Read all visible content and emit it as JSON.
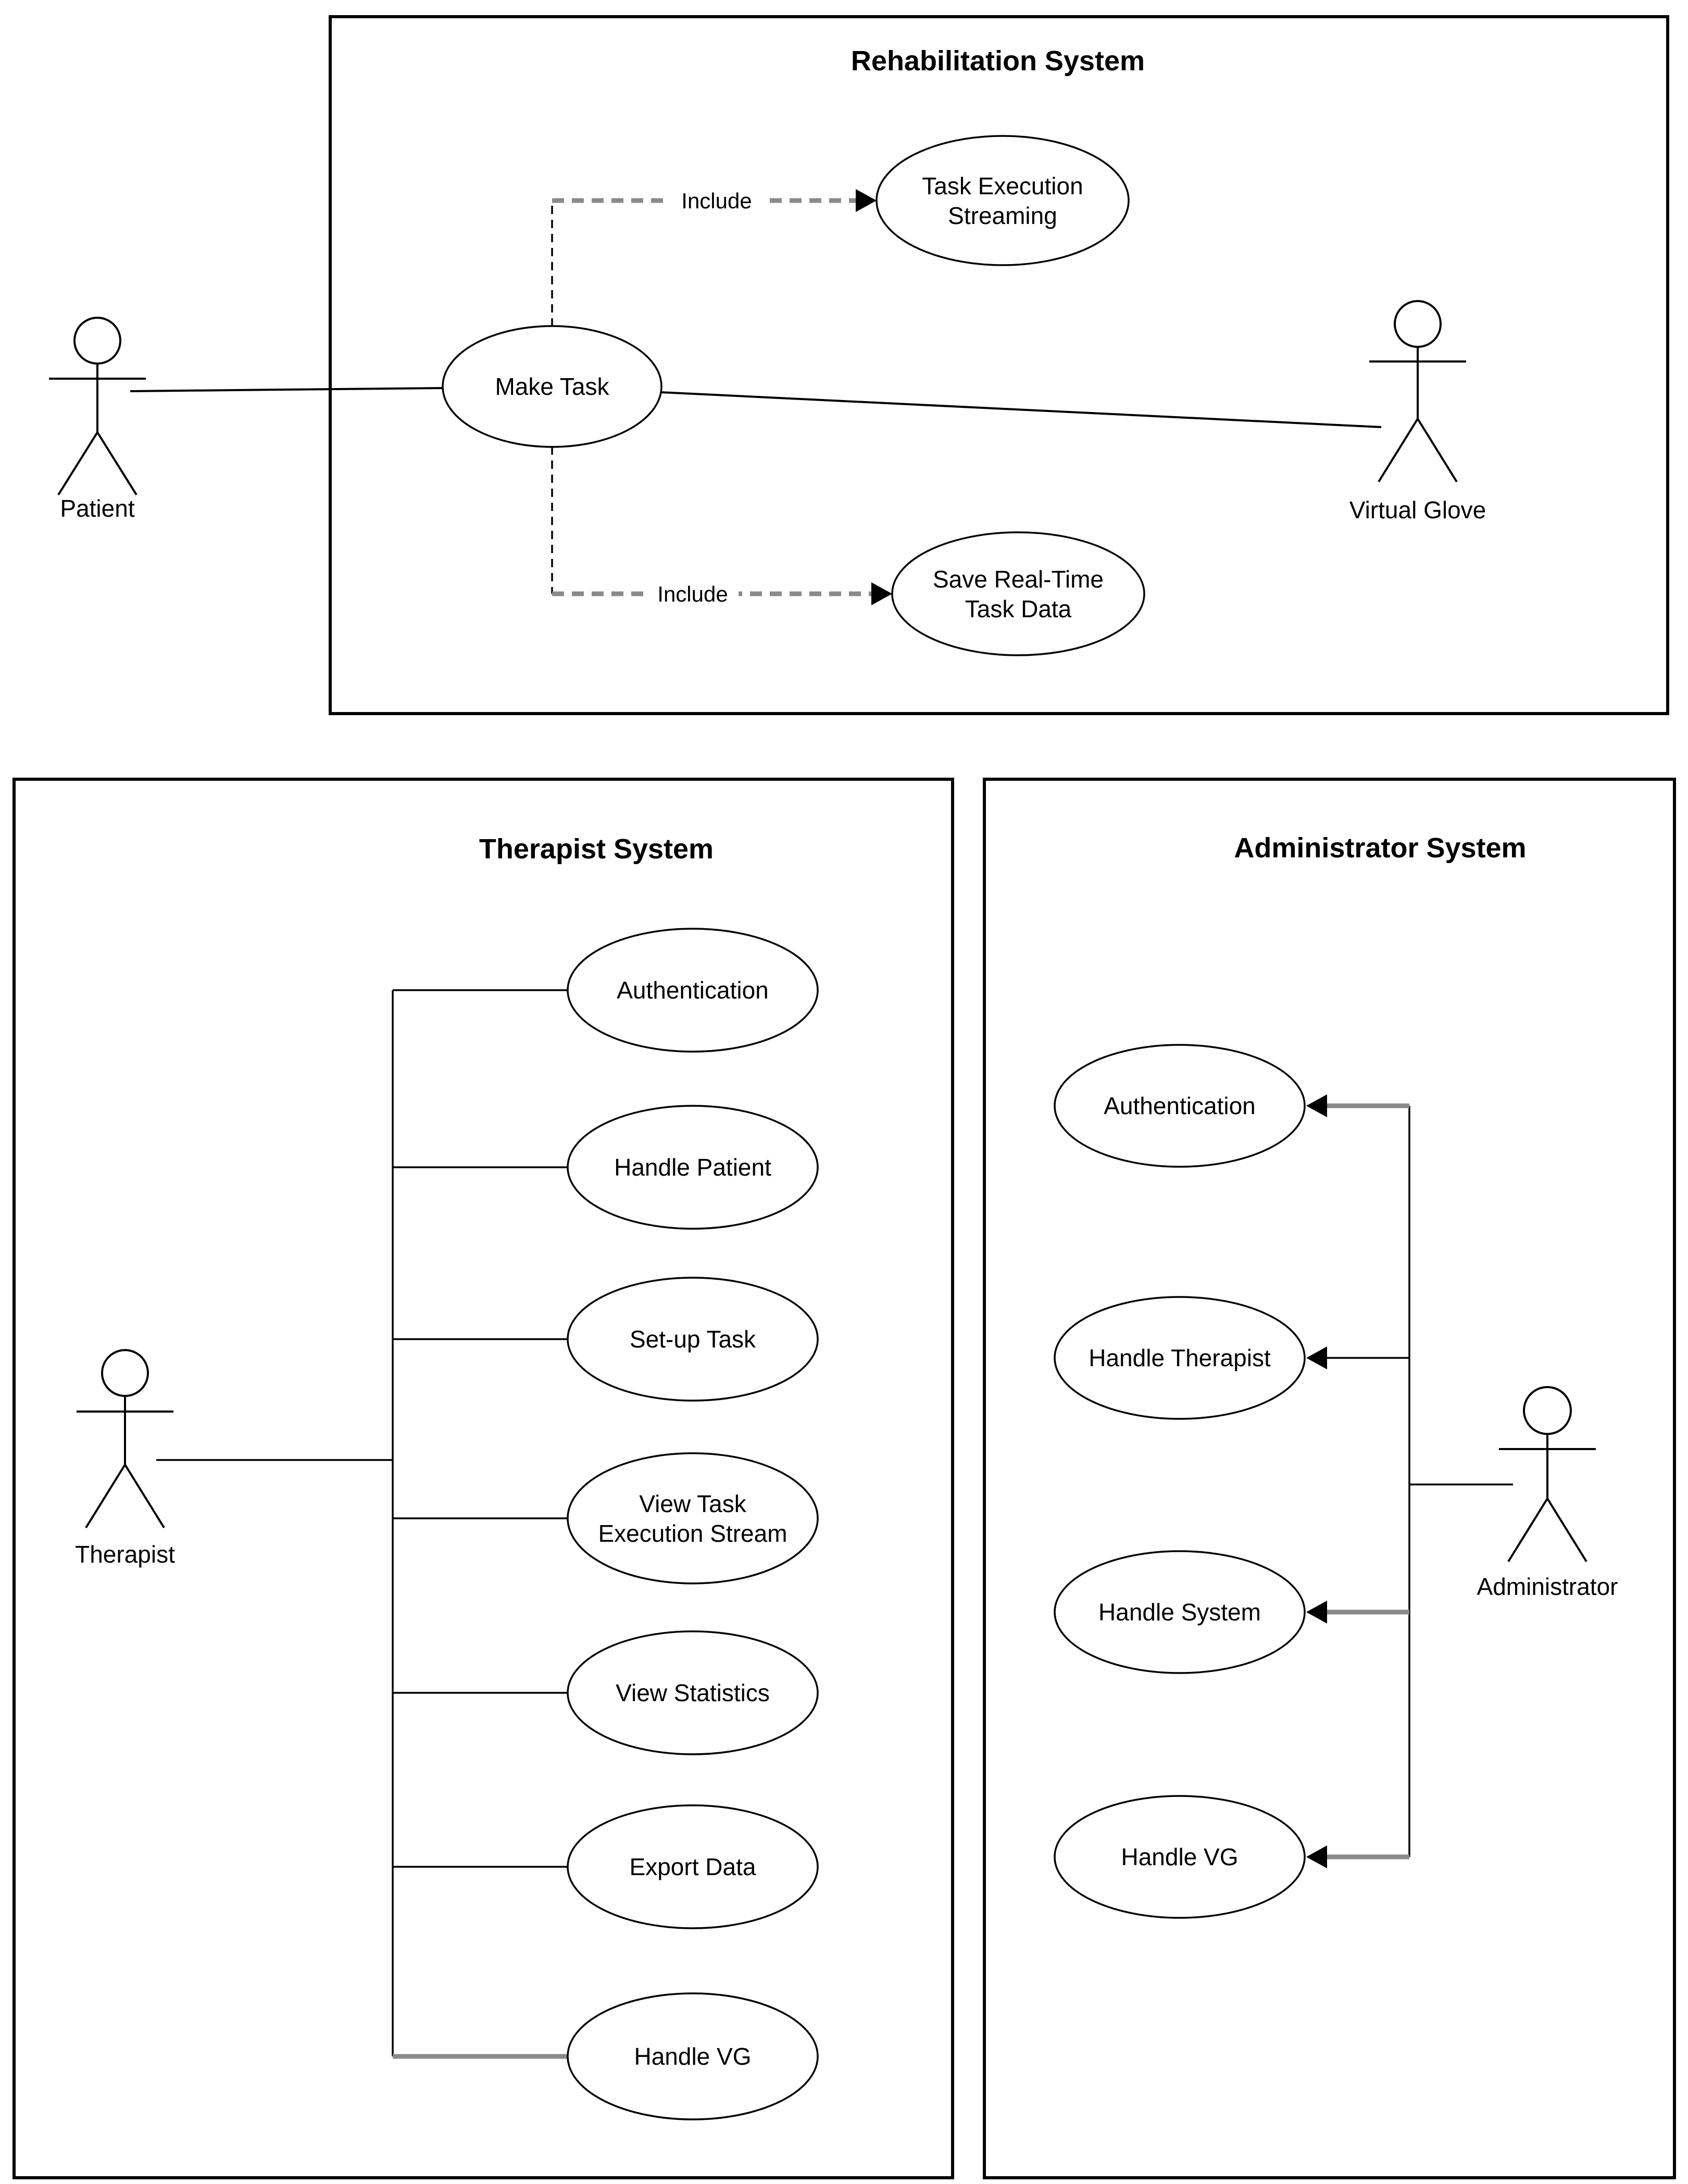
{
  "rehabilitation_system": {
    "title": "Rehabilitation System",
    "actors": {
      "patient": {
        "label": "Patient"
      },
      "virtual_glove": {
        "label": "Virtual Glove"
      }
    },
    "use_cases": {
      "make_task": {
        "label": "Make Task"
      },
      "task_execution_streaming": {
        "lines": [
          "Task Execution",
          "Streaming"
        ]
      },
      "save_real_time_task_data": {
        "lines": [
          "Save Real-Time",
          "Task Data"
        ]
      }
    },
    "relationships": {
      "include_label": "Include"
    }
  },
  "therapist_system": {
    "title": "Therapist System",
    "actor": {
      "label": "Therapist"
    },
    "use_cases": [
      {
        "lines": [
          "Authentication"
        ]
      },
      {
        "lines": [
          "Handle Patient"
        ]
      },
      {
        "lines": [
          "Set-up Task"
        ]
      },
      {
        "lines": [
          "View Task",
          "Execution Stream"
        ]
      },
      {
        "lines": [
          "View Statistics"
        ]
      },
      {
        "lines": [
          "Export Data"
        ]
      },
      {
        "lines": [
          "Handle VG"
        ]
      }
    ]
  },
  "administrator_system": {
    "title": "Administrator System",
    "actor": {
      "label": "Administrator"
    },
    "use_cases": [
      {
        "lines": [
          "Authentication"
        ]
      },
      {
        "lines": [
          "Handle Therapist"
        ]
      },
      {
        "lines": [
          "Handle System"
        ]
      },
      {
        "lines": [
          "Handle VG"
        ]
      }
    ]
  },
  "colors": {
    "stroke": "#000000",
    "gray_connector": "#8a8a8a",
    "background": "#ffffff"
  }
}
